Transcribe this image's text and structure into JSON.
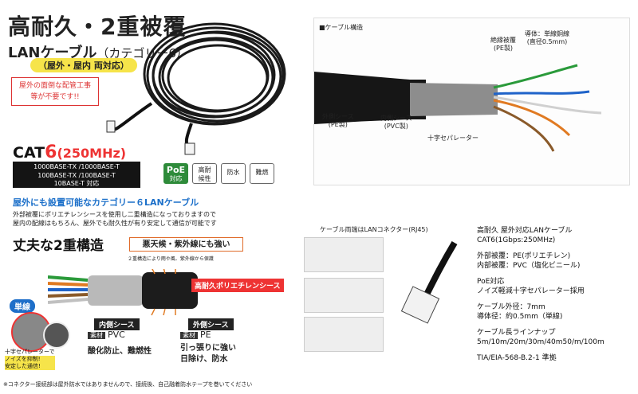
{
  "header": {
    "title": "高耐久・2重被覆",
    "subtitle_lan": "LANケーブル",
    "subtitle_cat": "（カテゴリー6）",
    "pill": "（屋外・屋内 両対応）"
  },
  "notice": {
    "line1": "屋外の面倒な配管工事",
    "line2": "等が不要です!!"
  },
  "cat": {
    "prefix": "CAT",
    "six": "6",
    "mhz": "(250MHz)"
  },
  "speeds": {
    "line1": "1000BASE-TX /1000BASE-T",
    "line2": "100BASE-TX /100BASE-T",
    "line3": "10BASE-T 対応"
  },
  "badges": [
    {
      "top": "PoE",
      "bottom": "対応"
    },
    {
      "top": "高耐",
      "bottom": "候性"
    },
    {
      "top": "防水",
      "bottom": ""
    },
    {
      "top": "難燃",
      "bottom": ""
    }
  ],
  "outdoor_heading": "屋外にも設置可能なカテゴリー６LANケーブル",
  "description": {
    "line1": "外部被覆にポリエチレンシースを使用し二重構造になっておりますので",
    "line2": "屋内の配線はもちろん、屋外でも耐久性が有り安定して通信が可能です"
  },
  "structure": {
    "heading": "丈夫な2重構造",
    "weather": "悪天候・紫外線にも強い",
    "weather_sub": "２重構造により雨や風、紫外線から保護",
    "red_label": "高耐久ポリエチレンシース",
    "single": "単線",
    "separator_line1": "十字セパレーターで",
    "separator_line2": "ノイズを抑制!",
    "separator_line3": "安定した通信!",
    "inner_tag": "内側シース",
    "inner_mat_label": "素材",
    "inner_mat": "PVC",
    "inner_prop": "酸化防止、難燃性",
    "outer_tag": "外側シース",
    "outer_mat_label": "素材",
    "outer_mat": "PE",
    "outer_prop1": "引っ張りに強い",
    "outer_prop2": "日除け、防水"
  },
  "footnote": "※コネクター接続部は屋外防水ではありませんので、接続後、自己融着防水テープを巻いてください",
  "diagram": {
    "title": "■ケーブル構造",
    "conductor1": "導体：単線銅線",
    "conductor2": "(直径0.5mm)",
    "insulation1": "絶縁被覆",
    "insulation2": "(PE製)",
    "outer1": "外側シース",
    "outer2": "(PE製)",
    "inner1": "内側シース",
    "inner2": "(PVC製)",
    "separator": "十字セパレーター"
  },
  "connector_title": "ケーブル両端はLANコネクター(RJ45)",
  "spec": {
    "l1": "高耐久 屋外対応LANケーブル",
    "l2": "CAT6(1Gbps:250MHz)",
    "l3": "外部被覆：PE(ポリエチレン)",
    "l4": "内部被覆：PVC（塩化ビニール)",
    "l5": "PoE対応",
    "l6": "ノイズ軽減十字セパレーター採用",
    "l7": "ケーブル外径：7mm",
    "l8": "導体径：約0.5mm（単線)",
    "l9": "ケーブル長ラインナップ",
    "l10": "5m/10m/20m/30m/40m50/m/100m",
    "l11": "TIA/EIA-568-B.2-1 準拠"
  },
  "colors": {
    "accent_red": "#e33333",
    "accent_blue": "#1b6fc9",
    "accent_yellow": "#f6e44a",
    "accent_green": "#2e8b3a"
  }
}
